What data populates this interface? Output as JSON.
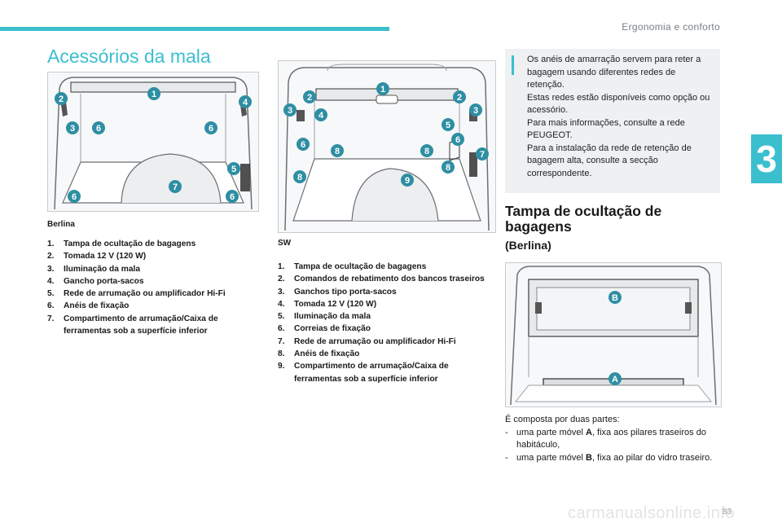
{
  "theme": {
    "accent": "#3bbfcf",
    "badge": "#2e8ea3"
  },
  "header": {
    "section": "Ergonomia e conforto",
    "chapter": "3"
  },
  "title": "Acessórios da mala",
  "berlina": {
    "caption": "Berlina",
    "markers": [
      "1",
      "2",
      "3",
      "6",
      "4",
      "6",
      "5",
      "7",
      "6",
      "6"
    ],
    "items": [
      {
        "n": "1.",
        "t": "Tampa de ocultação de bagagens"
      },
      {
        "n": "2.",
        "t": "Tomada 12 V (120 W)"
      },
      {
        "n": "3.",
        "t": "Iluminação da mala"
      },
      {
        "n": "4.",
        "t": "Gancho porta-sacos"
      },
      {
        "n": "5.",
        "t": "Rede de arrumação ou amplificador Hi-Fi"
      },
      {
        "n": "6.",
        "t": "Anéis de fixação"
      },
      {
        "n": "7.",
        "t": "Compartimento de arrumação/Caixa de ferramentas sob a superfície inferior"
      }
    ]
  },
  "sw": {
    "caption": "SW",
    "markers": [
      "1",
      "2",
      "2",
      "3",
      "4",
      "3",
      "5",
      "6",
      "6",
      "8",
      "8",
      "7",
      "8",
      "8",
      "9"
    ],
    "items": [
      {
        "n": "1.",
        "t": "Tampa de ocultação de bagagens"
      },
      {
        "n": "2.",
        "t": "Comandos de rebatimento dos bancos traseiros"
      },
      {
        "n": "3.",
        "t": "Ganchos tipo porta-sacos"
      },
      {
        "n": "4.",
        "t": "Tomada 12 V (120 W)"
      },
      {
        "n": "5.",
        "t": "Iluminação da mala"
      },
      {
        "n": "6.",
        "t": "Correias de fixação"
      },
      {
        "n": "7.",
        "t": "Rede de arrumação ou amplificador Hi-Fi"
      },
      {
        "n": "8.",
        "t": "Anéis de fixação"
      },
      {
        "n": "9.",
        "t": "Compartimento de arrumação/Caixa de ferramentas sob a superfície inferior"
      }
    ]
  },
  "info": {
    "lines": [
      "Os anéis de amarração servem para reter a bagagem usando diferentes redes de retenção.",
      "Estas redes estão disponíveis como opção ou acessório.",
      "Para mais informações, consulte a rede PEUGEOT.",
      "Para a instalação da rede de retenção de bagagem alta, consulte a secção correspondente."
    ]
  },
  "cover": {
    "heading": "Tampa de ocultação de bagagens",
    "subheading": "(Berlina)",
    "markers": [
      "B",
      "A"
    ],
    "intro": "É composta por duas partes:",
    "parts": [
      {
        "pre": "uma parte móvel ",
        "key": "A",
        "post": ", fixa aos pilares traseiros do habitáculo,"
      },
      {
        "pre": "uma parte móvel ",
        "key": "B",
        "post": ", fixa ao pilar do vidro traseiro."
      }
    ]
  },
  "page_number": "83",
  "watermark": "carmanualsonline.info"
}
